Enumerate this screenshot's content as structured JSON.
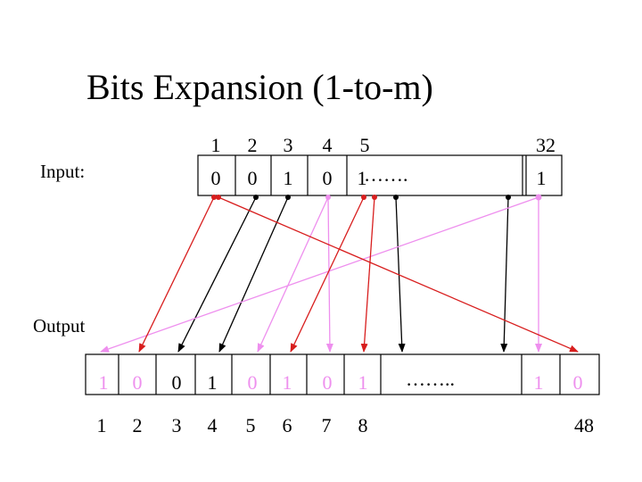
{
  "title": "Bits Expansion (1-to-m)",
  "input_label": "Input:",
  "output_label": "Output",
  "colors": {
    "red": "#d81e1e",
    "pink": "#ee8fee",
    "black": "#000000"
  },
  "input": {
    "positions": [
      "1",
      "2",
      "3",
      "4",
      "5",
      "32"
    ],
    "bits": [
      "0",
      "0",
      "1",
      "0",
      "1",
      "1"
    ],
    "ellipsis": "……."
  },
  "output": {
    "positions": [
      "1",
      "2",
      "3",
      "4",
      "5",
      "6",
      "7",
      "8",
      "48"
    ],
    "bits": [
      "1",
      "0",
      "0",
      "1",
      "0",
      "1",
      "0",
      "1",
      "1",
      "0"
    ],
    "ellipsis": "……..",
    "bit_colors": [
      "pink",
      "pink",
      "black",
      "black",
      "pink",
      "pink",
      "pink",
      "pink",
      "pink",
      "pink"
    ]
  }
}
